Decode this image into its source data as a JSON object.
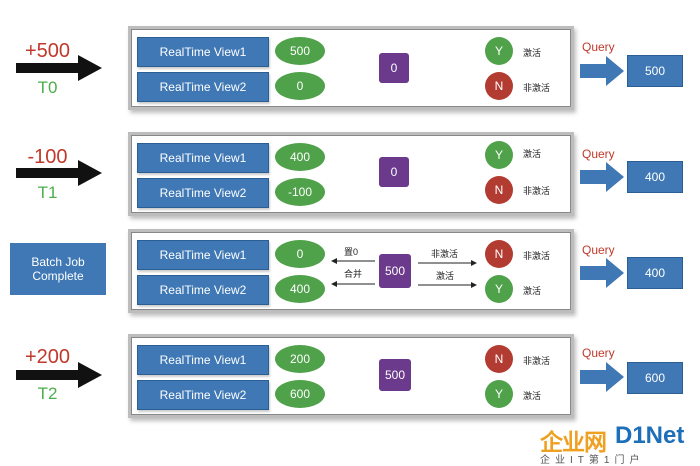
{
  "rows": [
    {
      "delta": "+500",
      "time": "T0",
      "views": [
        {
          "label": "RealTime View1",
          "value": "500",
          "status_letter": "Y",
          "status": "激活",
          "status_color": "#4fa14a"
        },
        {
          "label": "RealTime View2",
          "value": "0",
          "status_letter": "N",
          "status": "非激活",
          "status_color": "#b23c32"
        }
      ],
      "batch_value": "0",
      "query_label": "Query",
      "query_result": "500"
    },
    {
      "delta": "-100",
      "time": "T1",
      "views": [
        {
          "label": "RealTime View1",
          "value": "400",
          "status_letter": "Y",
          "status": "激活",
          "status_color": "#4fa14a"
        },
        {
          "label": "RealTime View2",
          "value": "-100",
          "status_letter": "N",
          "status": "非激活",
          "status_color": "#b23c32"
        }
      ],
      "batch_value": "0",
      "query_label": "Query",
      "query_result": "400"
    },
    {
      "batch_job_label": [
        "Batch Job",
        "Complete"
      ],
      "views": [
        {
          "label": "RealTime View1",
          "value": "0",
          "status_letter": "N",
          "status": "非激活",
          "status_color": "#b23c32"
        },
        {
          "label": "RealTime View2",
          "value": "400",
          "status_letter": "Y",
          "status": "激活",
          "status_color": "#4fa14a"
        }
      ],
      "batch_value": "500",
      "left_top_arrow": "置0",
      "left_bottom_arrow": "合并",
      "right_top_arrow": "非激活",
      "right_bottom_arrow": "激活",
      "query_label": "Query",
      "query_result": "400"
    },
    {
      "delta": "+200",
      "time": "T2",
      "views": [
        {
          "label": "RealTime View1",
          "value": "200",
          "status_letter": "N",
          "status": "非激活",
          "status_color": "#b23c32"
        },
        {
          "label": "RealTime View2",
          "value": "600",
          "status_letter": "Y",
          "status": "激活",
          "status_color": "#4fa14a"
        }
      ],
      "batch_value": "500",
      "query_label": "Query",
      "query_result": "600"
    }
  ],
  "watermark": {
    "brand_cn": "企业网",
    "brand_en": "D1Net",
    "tagline": "企业IT第1门户"
  }
}
